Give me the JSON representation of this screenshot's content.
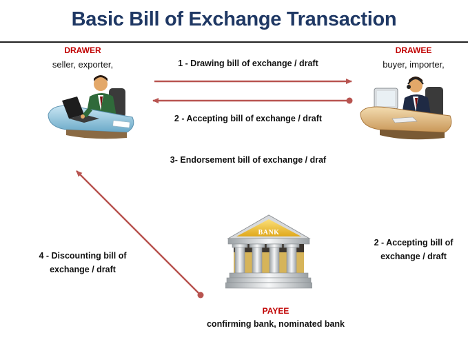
{
  "title": "Basic Bill of Exchange Transaction",
  "drawer": {
    "role": "DRAWER",
    "desc": "seller, exporter,"
  },
  "drawee": {
    "role": "DRAWEE",
    "desc": "buyer, importer,"
  },
  "payee": {
    "role": "PAYEE",
    "desc": "confirming bank, nominated bank"
  },
  "bank_sign": "BANK",
  "steps": {
    "s1": "1 - Drawing bill of exchange / draft",
    "s2_top": "2 - Accepting bill of exchange / draft",
    "s3": "3- Endorsement bill of exchange / draf",
    "s4_line1": "4 - Discounting bill of",
    "s4_line2": "exchange / draft",
    "s2_right_line1": "2 - Accepting bill of",
    "s2_right_line2": "exchange / draft"
  },
  "colors": {
    "title": "#1f3864",
    "role": "#c00000",
    "arrow": "#b85450",
    "bank_roof": "#f2c12e",
    "desk": "#8fc3dc"
  },
  "icons": {
    "drawer": "person-at-laptop-desk-icon",
    "drawee": "person-at-computer-desk-icon",
    "payee": "bank-building-icon"
  }
}
